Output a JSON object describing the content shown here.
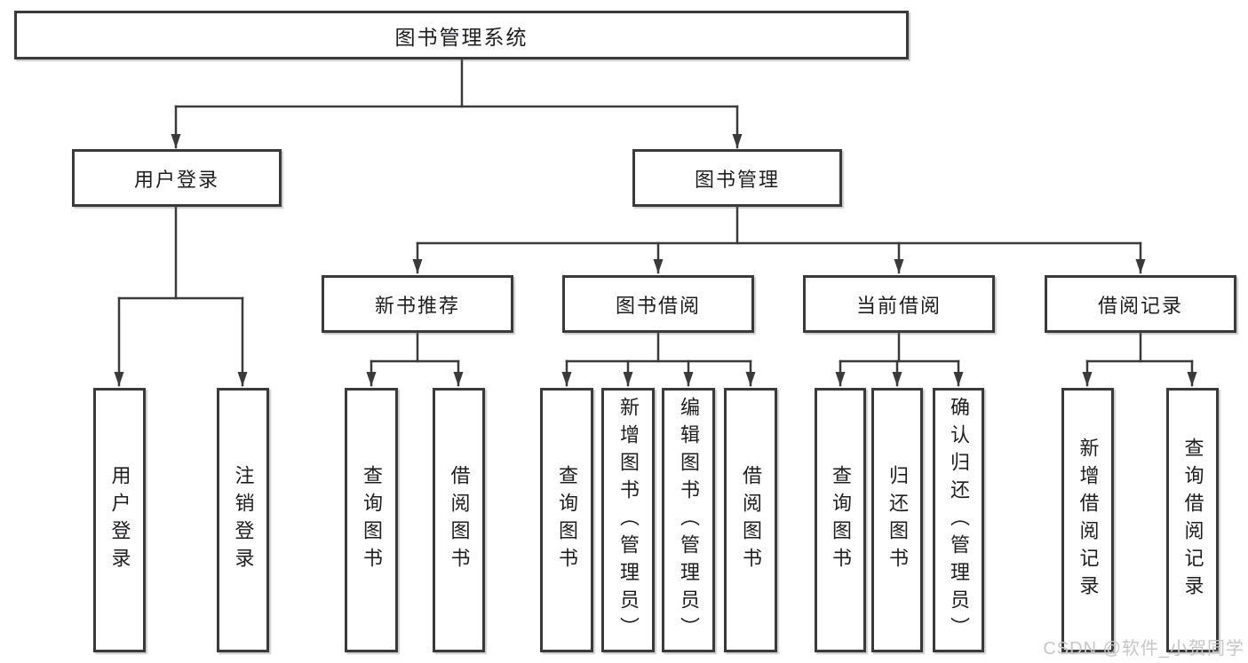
{
  "diagram": {
    "root": {
      "label": "图书管理系统"
    },
    "level2": [
      {
        "label": "用户登录"
      },
      {
        "label": "图书管理"
      }
    ],
    "level3": [
      {
        "label": "新书推荐"
      },
      {
        "label": "图书借阅"
      },
      {
        "label": "当前借阅"
      },
      {
        "label": "借阅记录"
      }
    ],
    "leaves": {
      "user": [
        "用户登录",
        "注销登录"
      ],
      "recommend": [
        "查询图书",
        "借阅图书"
      ],
      "borrow": [
        "查询图书",
        "新增图书（管理员）",
        "编辑图书（管理员）",
        "借阅图书"
      ],
      "current": [
        "查询图书",
        "归还图书",
        "确认归还（管理员）"
      ],
      "records": [
        "新增借阅记录",
        "查询借阅记录"
      ]
    }
  },
  "watermark": {
    "text": "CSDN @软件_小贺同学"
  },
  "colors": {
    "line": "#3a3a3a",
    "text": "#1e1e20",
    "box_background": "#ffffff",
    "watermark": "#c6c6c6",
    "background": "#ffffff"
  }
}
